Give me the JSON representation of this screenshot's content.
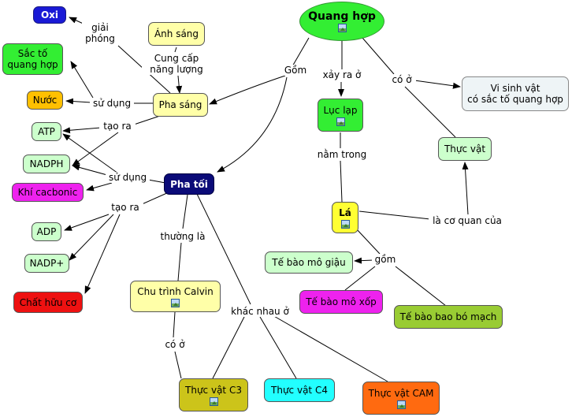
{
  "colors": {
    "green": "#33ee33",
    "light_green": "#ccffcc",
    "light_yellow": "#ffffa8",
    "blue": "#1a1ad6",
    "dark_navy": "#0b0b78",
    "orange_yellow": "#ffc000",
    "magenta": "#ee22ee",
    "red": "#ee1111",
    "olive": "#ccc41a",
    "cyan": "#22ffff",
    "orange": "#ff6a10",
    "lime": "#99cc33",
    "pale_blue": "#eef4f6",
    "yellow": "#ffff33"
  },
  "nodes": {
    "quang_hop": "Quang hợp",
    "oxi": "Oxi",
    "anh_sang": "Ánh sáng",
    "sac_to": "Sắc tố\nquang hợp",
    "nuoc": "Nước",
    "pha_sang": "Pha sáng",
    "atp": "ATP",
    "nadph": "NADPH",
    "khi_cacbonic": "Khí cacbonic",
    "pha_toi": "Pha tối",
    "adp": "ADP",
    "nadp": "NADP+",
    "chat_huu_co": "Chất hữu cơ",
    "chu_trinh_calvin": "Chu trình Calvin",
    "luc_lap": "Lục lạp",
    "vi_sinh_vat": "Vi sinh vật\ncó sắc tố quang hợp",
    "thuc_vat": "Thực vật",
    "la": "Lá",
    "te_bao_mo_giau": "Tế bào mô giậu",
    "te_bao_mo_xop": "Tế bào mô xốp",
    "te_bao_bao_bo_mach": "Tế bào bao bó mạch",
    "thuc_vat_c3": "Thực vật C3",
    "thuc_vat_c4": "Thực vật C4",
    "thuc_vat_cam": "Thực vật CAM"
  },
  "links": {
    "giai_phong": "giải\nphóng",
    "cung_cap": "Cung cấp\nnăng lượng",
    "gom": "Gồm",
    "xay_ra_o": "xảy ra ở",
    "co_o": "có ở",
    "su_dung_1": "sử dụng",
    "tao_ra_1": "tạo ra",
    "su_dung_2": "sử dụng",
    "tao_ra_2": "tạo ra",
    "nam_trong": "nằm trong",
    "la_co_quan_cua": "là cơ quan của",
    "gom_2": "gồm",
    "thuong_la": "thường là",
    "khac_nhau_o": "khác nhau ở",
    "co_o_2": "có ở"
  }
}
